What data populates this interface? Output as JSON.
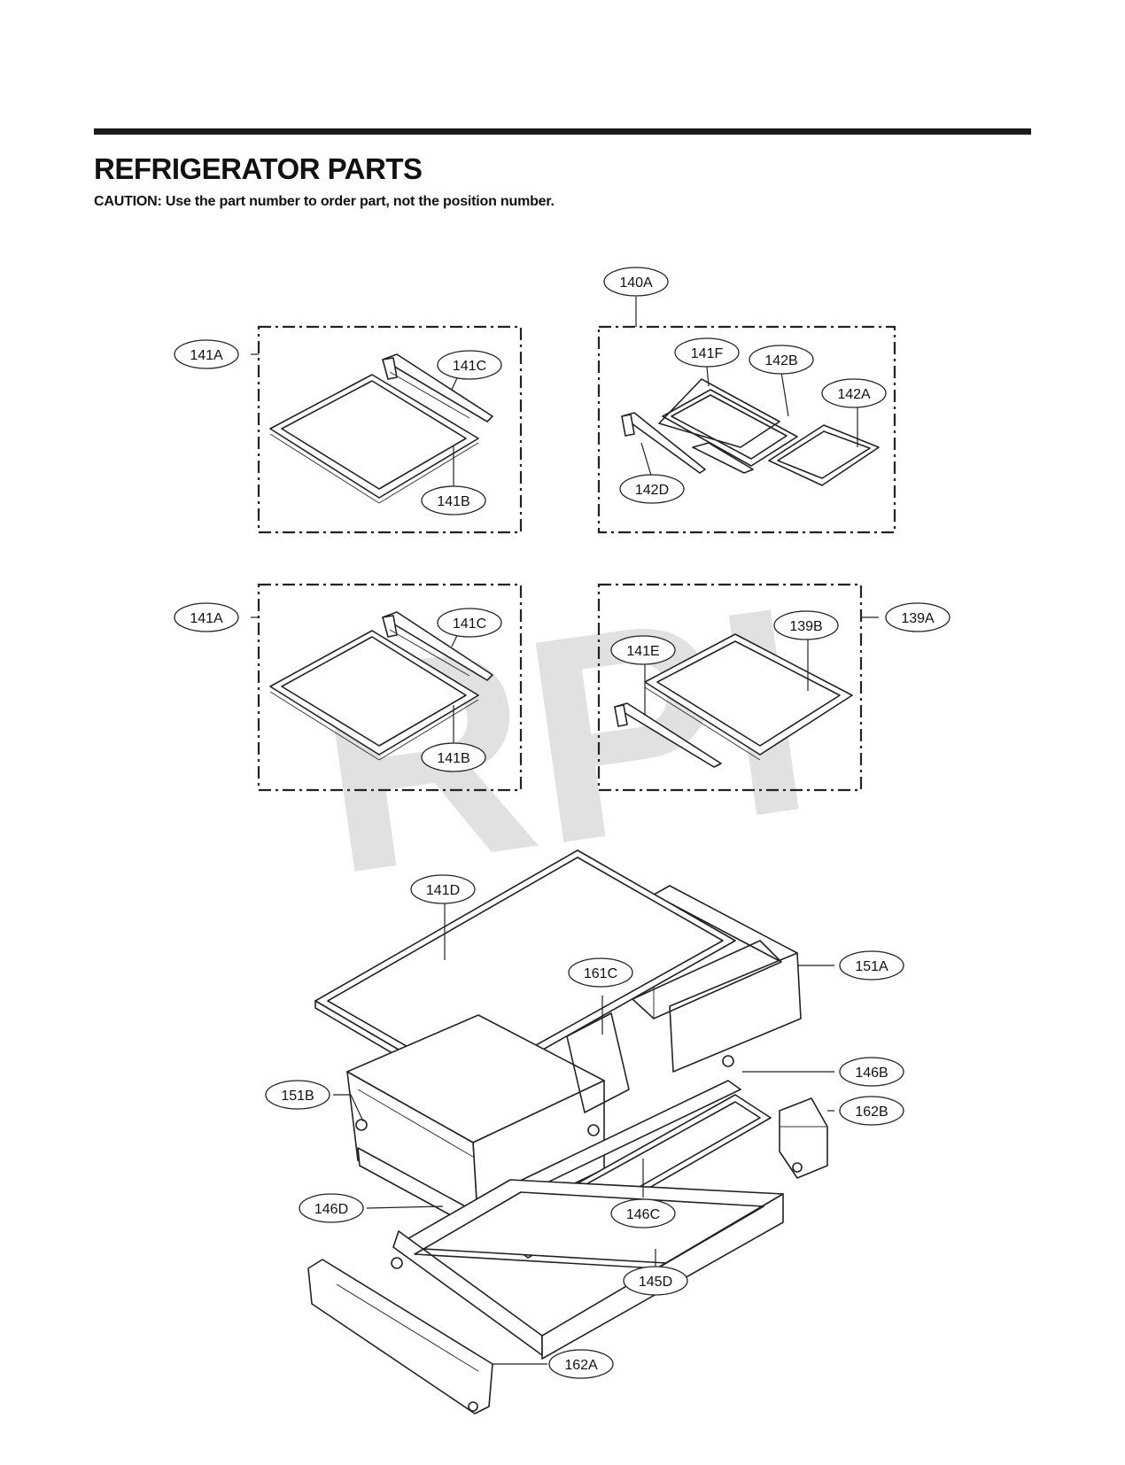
{
  "header": {
    "title": "REFRIGERATOR PARTS",
    "caution": "CAUTION: Use the part number to order part, not the position number."
  },
  "watermark": {
    "text": "RPI"
  },
  "callouts": {
    "c140A": "140A",
    "c141A_top": "141A",
    "c141C_top": "141C",
    "c141B_top": "141B",
    "c141F": "141F",
    "c142B": "142B",
    "c142A": "142A",
    "c142D": "142D",
    "c141A_mid": "141A",
    "c141C_mid": "141C",
    "c141B_mid": "141B",
    "c139B": "139B",
    "c139A": "139A",
    "c141E": "141E",
    "c141D": "141D",
    "c161C": "161C",
    "c151A": "151A",
    "c146B": "146B",
    "c151B": "151B",
    "c162B": "162B",
    "c146D": "146D",
    "c146C": "146C",
    "c145D": "145D",
    "c162A": "162A"
  }
}
